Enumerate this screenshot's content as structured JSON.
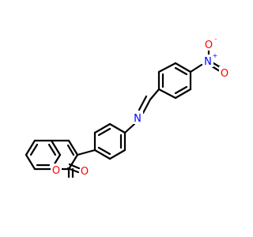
{
  "molecule": {
    "atoms": {
      "nitrogen_imine": {
        "symbol": "N"
      },
      "nitro_n": {
        "symbol": "N",
        "charge": "+"
      },
      "nitro_o_top": {
        "symbol": "O",
        "charge": "-"
      },
      "nitro_o_bottom": {
        "symbol": "O"
      },
      "ring_oxygen": {
        "symbol": "O"
      },
      "carbonyl_oxygen": {
        "symbol": "O"
      }
    }
  },
  "colors": {
    "bond": "#000000",
    "nitrogen": "#0000ff",
    "oxygen": "#ff0000",
    "background": "#ffffff"
  }
}
